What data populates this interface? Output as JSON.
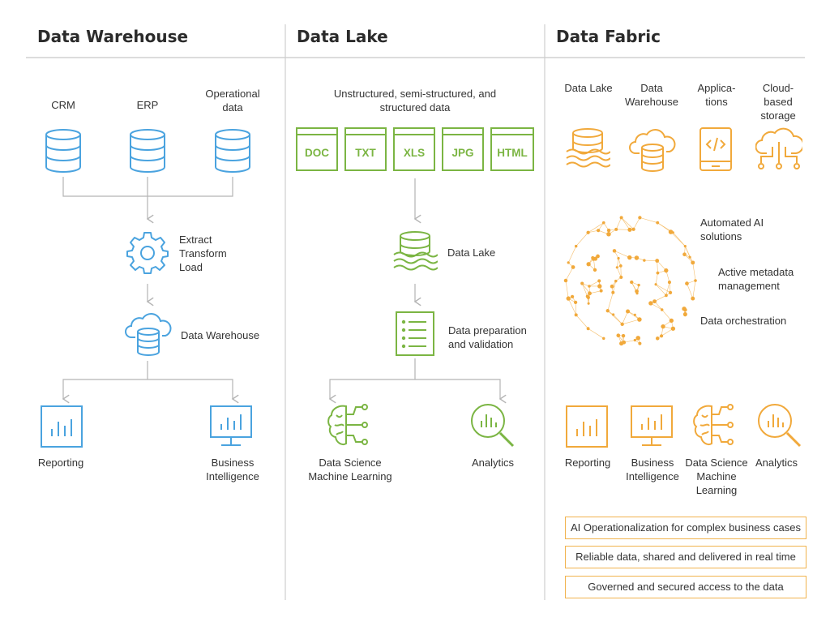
{
  "colors": {
    "warehouse": "#4aa3df",
    "lake": "#7bb543",
    "fabric": "#f1a93b",
    "divider": "#c8c8c8",
    "arrow": "#b4b4b4"
  },
  "warehouse": {
    "title": "Data Warehouse",
    "sources": [
      {
        "label": [
          "CRM"
        ],
        "icon": "database-icon"
      },
      {
        "label": [
          "ERP"
        ],
        "icon": "database-icon"
      },
      {
        "label": [
          "Operational",
          "data"
        ],
        "icon": "database-icon"
      }
    ],
    "etl": {
      "label": [
        "Extract",
        "Transform",
        "Load"
      ],
      "icon": "gear-icon"
    },
    "store": {
      "label": "Data Warehouse",
      "icon": "cloud-database-icon"
    },
    "outputs": [
      {
        "label": [
          "Reporting"
        ],
        "icon": "bar-chart-icon"
      },
      {
        "label": [
          "Business",
          "Intelligence"
        ],
        "icon": "monitor-chart-icon"
      }
    ]
  },
  "lake": {
    "title": "Data Lake",
    "sources_label": [
      "Unstructured, semi-structured, and",
      "structured data"
    ],
    "file_types": [
      "DOC",
      "TXT",
      "XLS",
      "JPG",
      "HTML"
    ],
    "store": {
      "label": "Data Lake",
      "icon": "data-lake-icon"
    },
    "prep": {
      "label": [
        "Data preparation",
        "and validation"
      ],
      "icon": "checklist-icon"
    },
    "outputs": [
      {
        "label": [
          "Data Science",
          "Machine Learning"
        ],
        "icon": "brain-circuit-icon"
      },
      {
        "label": [
          "Analytics"
        ],
        "icon": "magnifier-chart-icon"
      }
    ]
  },
  "fabric": {
    "title": "Data Fabric",
    "sources": [
      {
        "label": [
          "Data Lake"
        ],
        "icon": "data-lake-icon"
      },
      {
        "label": [
          "Data",
          "Warehouse"
        ],
        "icon": "cloud-database-icon"
      },
      {
        "label": [
          "Applica-",
          "tions"
        ],
        "icon": "code-tablet-icon"
      },
      {
        "label": [
          "Cloud-",
          "based",
          "storage"
        ],
        "icon": "cloud-network-icon"
      }
    ],
    "capabilities": [
      [
        "Automated AI",
        "solutions"
      ],
      [
        "Active metadata",
        "management"
      ],
      [
        "Data orchestration"
      ]
    ],
    "outputs": [
      {
        "label": [
          "Reporting"
        ],
        "icon": "bar-chart-icon"
      },
      {
        "label": [
          "Business",
          "Intelligence"
        ],
        "icon": "monitor-chart-icon"
      },
      {
        "label": [
          "Data Science",
          "Machine",
          "Learning"
        ],
        "icon": "brain-circuit-icon"
      },
      {
        "label": [
          "Analytics"
        ],
        "icon": "magnifier-chart-icon"
      }
    ],
    "benefits": [
      "AI Operationalization for complex business cases",
      "Reliable data, shared and delivered in real time",
      "Governed and secured access to the data"
    ]
  }
}
